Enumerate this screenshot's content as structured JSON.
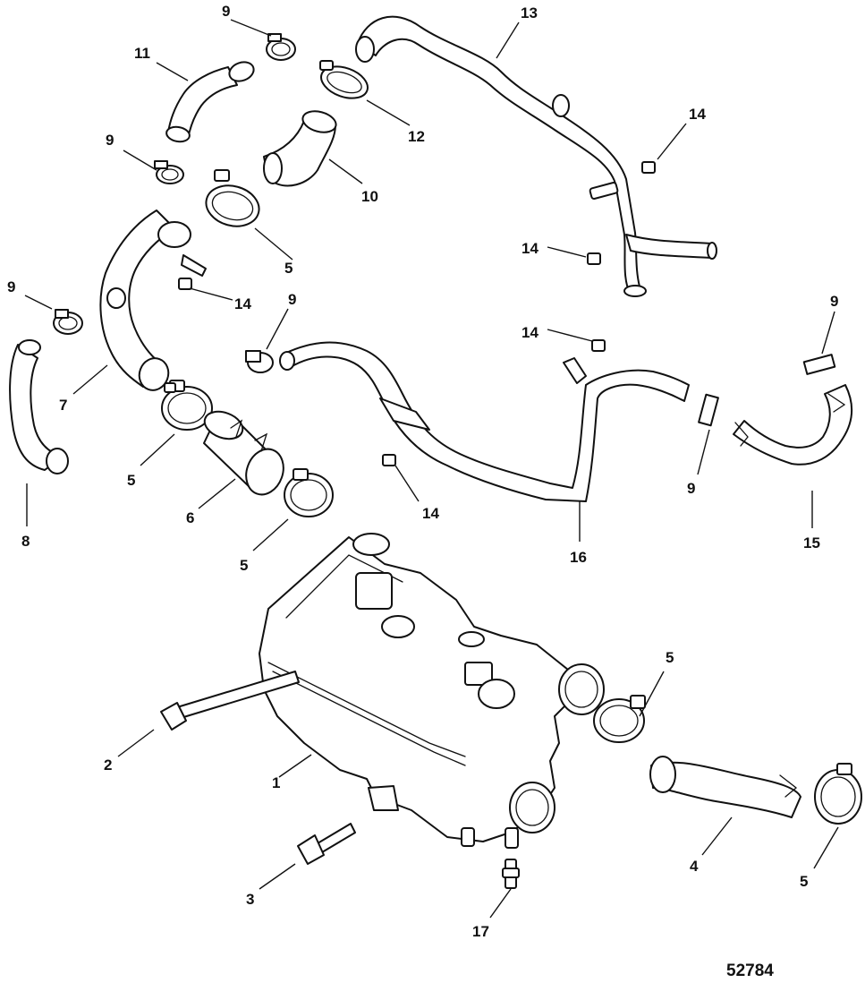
{
  "callouts": [
    "1",
    "2",
    "3",
    "4",
    "5",
    "6",
    "7",
    "8",
    "9",
    "10",
    "11",
    "12",
    "13",
    "14",
    "15",
    "16",
    "17"
  ],
  "reference_number": "52784",
  "colors": {
    "ink": "#111111",
    "paper": "#ffffff"
  }
}
